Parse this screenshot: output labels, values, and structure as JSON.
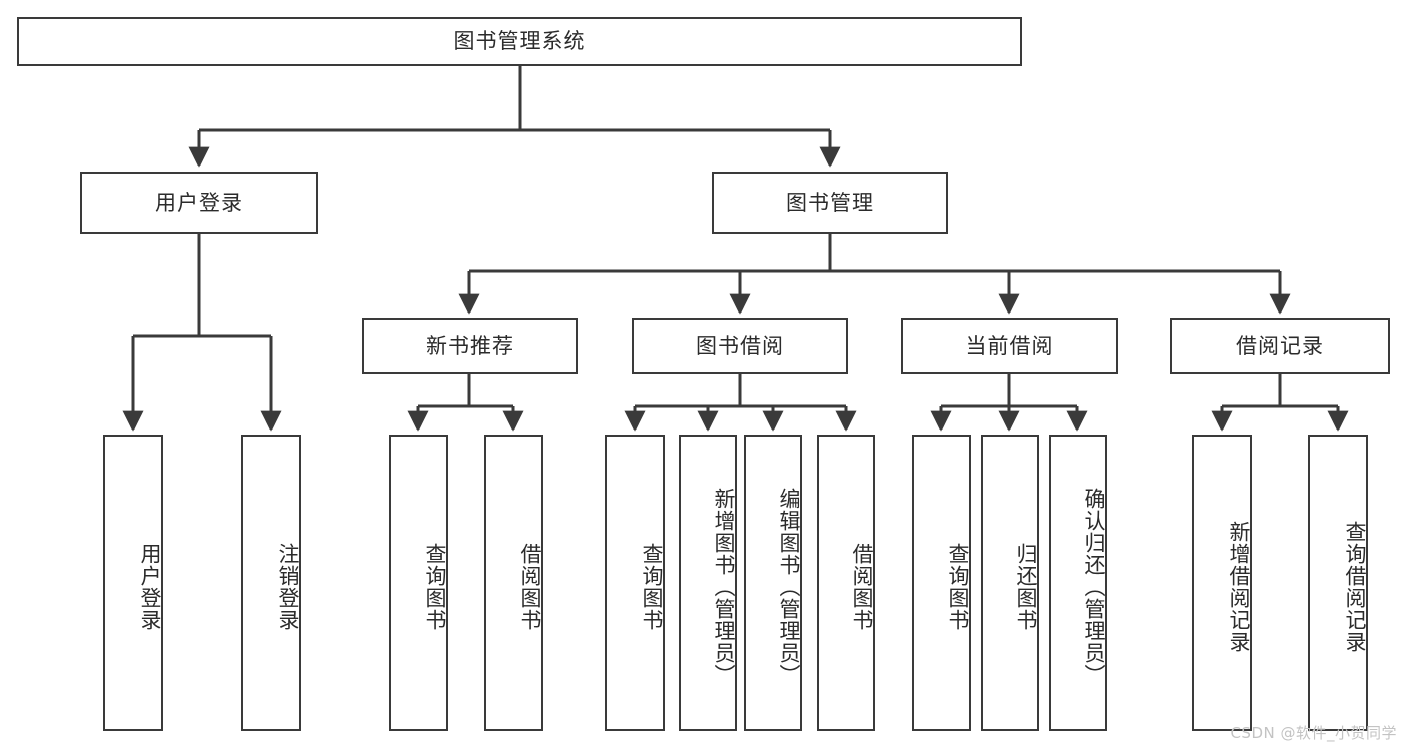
{
  "diagram": {
    "title": "图书管理系统",
    "type": "hierarchy-tree",
    "stroke_color": "#3a3a3a",
    "text_color": "#2b2b2b",
    "background_color": "#ffffff",
    "root": {
      "label": "图书管理系统"
    },
    "level1": [
      {
        "label": "用户登录"
      },
      {
        "label": "图书管理"
      }
    ],
    "level2": [
      {
        "label": "新书推荐"
      },
      {
        "label": "图书借阅"
      },
      {
        "label": "当前借阅"
      },
      {
        "label": "借阅记录"
      }
    ],
    "leaves": {
      "user_login": [
        {
          "label": "用户登录"
        },
        {
          "label": "注销登录"
        }
      ],
      "new_book_recommend": [
        {
          "label": "查询图书"
        },
        {
          "label": "借阅图书"
        }
      ],
      "book_borrow": [
        {
          "label": "查询图书"
        },
        {
          "label": "新增图书（管理员）"
        },
        {
          "label": "编辑图书（管理员）"
        },
        {
          "label": "借阅图书"
        }
      ],
      "current_borrow": [
        {
          "label": "查询图书"
        },
        {
          "label": "归还图书"
        },
        {
          "label": "确认归还（管理员）"
        }
      ],
      "borrow_record": [
        {
          "label": "新增借阅记录"
        },
        {
          "label": "查询借阅记录"
        }
      ]
    }
  },
  "watermark": {
    "text": "CSDN @软件_小贺同学"
  }
}
